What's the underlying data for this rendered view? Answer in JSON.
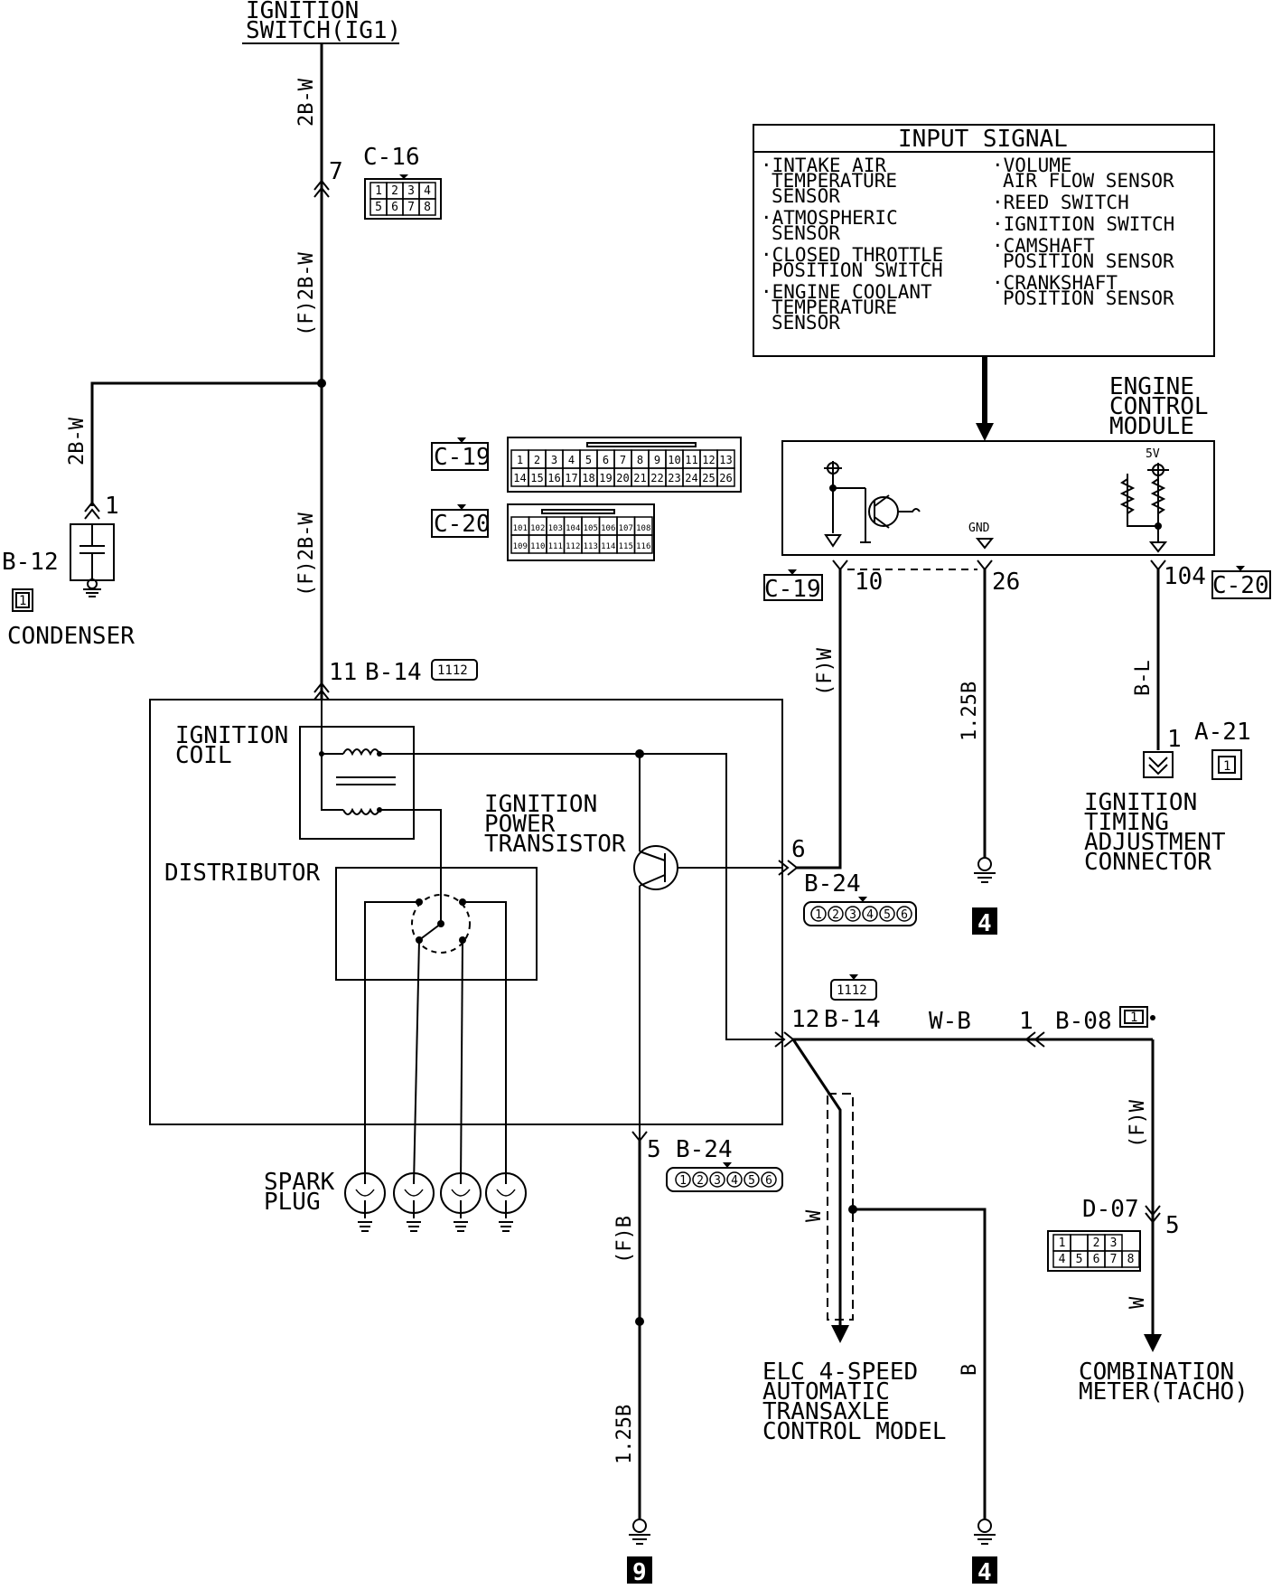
{
  "ignition_switch": {
    "line1": "IGNITION",
    "line2": "SWITCH(IG1)"
  },
  "wires": {
    "top": "2B-W",
    "f_2bw_upper": "(F)2B-W",
    "f_2bw_lower": "(F)2B-W",
    "condenser_wire": "2B-W",
    "f_w_ecm": "(F)W",
    "ecm_gnd": "1.25B",
    "b_l": "B-L",
    "w_b": "W-B",
    "f_w_meter": "(F)W",
    "w_meter": "W",
    "f_b_lower": "(F)B",
    "gnd_lower": "1.25B",
    "w_shield": "W",
    "b_elc": "B"
  },
  "connectors": {
    "c16": {
      "id": "C-16",
      "pin": "7",
      "row1": [
        "1",
        "2",
        "3",
        "4"
      ],
      "row2": [
        "5",
        "6",
        "7",
        "8"
      ]
    },
    "c19": {
      "id": "C-19",
      "row1": [
        "1",
        "2",
        "3",
        "4",
        "5",
        "6",
        "7",
        "8",
        "9",
        "10",
        "11",
        "12",
        "13"
      ],
      "row2": [
        "14",
        "15",
        "16",
        "17",
        "18",
        "19",
        "20",
        "21",
        "22",
        "23",
        "24",
        "25",
        "26"
      ]
    },
    "c20": {
      "id": "C-20",
      "row1": [
        "101",
        "102",
        "103",
        "104",
        "105",
        "106",
        "107",
        "108"
      ],
      "row2": [
        "109",
        "110",
        "111",
        "112",
        "113",
        "114",
        "115",
        "116"
      ]
    },
    "c19_ecm": {
      "id": "C-19",
      "pin_a": "10",
      "pin_b": "26"
    },
    "c20_ecm": {
      "id": "C-20",
      "pin": "104"
    },
    "b12": {
      "id": "B-12",
      "pin": "1",
      "face": "1"
    },
    "b14_top": {
      "id": "B-14",
      "pin": "11",
      "face": "1112"
    },
    "b14_bottom": {
      "id": "B-14",
      "pin": "12",
      "face": "1112"
    },
    "b24_upper": {
      "id": "B-24",
      "pin": "6",
      "pins": [
        "1",
        "2",
        "3",
        "4",
        "5",
        "6"
      ]
    },
    "b24_lower": {
      "id": "B-24",
      "pin": "5",
      "pins": [
        "1",
        "2",
        "3",
        "4",
        "5",
        "6"
      ]
    },
    "a21": {
      "id": "A-21",
      "pin": "1",
      "face": "1"
    },
    "b08": {
      "id": "B-08",
      "pin": "1",
      "face": "1"
    },
    "d07": {
      "id": "D-07",
      "pin": "5",
      "row1": [
        "1",
        "",
        "2",
        "3"
      ],
      "row2": [
        "4",
        "5",
        "6",
        "7",
        "8"
      ]
    }
  },
  "input_signal": {
    "title": "INPUT SIGNAL",
    "left": [
      [
        "·INTAKE AIR",
        "TEMPERATURE",
        "SENSOR"
      ],
      [
        "·ATMOSPHERIC",
        "SENSOR"
      ],
      [
        "·CLOSED THROTTLE",
        "POSITION SWITCH"
      ],
      [
        "·ENGINE COOLANT",
        "TEMPERATURE",
        "SENSOR"
      ]
    ],
    "right": [
      [
        "·VOLUME",
        "AIR FLOW SENSOR"
      ],
      [
        "·REED SWITCH"
      ],
      [
        "·IGNITION SWITCH"
      ],
      [
        "·CAMSHAFT",
        "POSITION SENSOR"
      ],
      [
        "·CRANKSHAFT",
        "POSITION SENSOR"
      ]
    ]
  },
  "ecm": {
    "line1": "ENGINE",
    "line2": "CONTROL",
    "line3": "MODULE",
    "gnd": "GND",
    "v5": "5V"
  },
  "components": {
    "condenser": "CONDENSER",
    "ignition_coil": [
      "IGNITION",
      "COIL"
    ],
    "power_transistor": [
      "IGNITION",
      "POWER",
      "TRANSISTOR"
    ],
    "distributor": "DISTRIBUTOR",
    "spark_plug": [
      "SPARK",
      "PLUG"
    ],
    "timing_connector": [
      "IGNITION",
      "TIMING",
      "ADJUSTMENT",
      "CONNECTOR"
    ],
    "elc": [
      "ELC 4-SPEED",
      "AUTOMATIC",
      "TRANSAXLE",
      "CONTROL MODEL"
    ],
    "combination_meter": [
      "COMBINATION",
      "METER(TACHO)"
    ]
  },
  "ground_refs": {
    "g4_upper": "4",
    "g9": "9",
    "g4_lower": "4"
  }
}
